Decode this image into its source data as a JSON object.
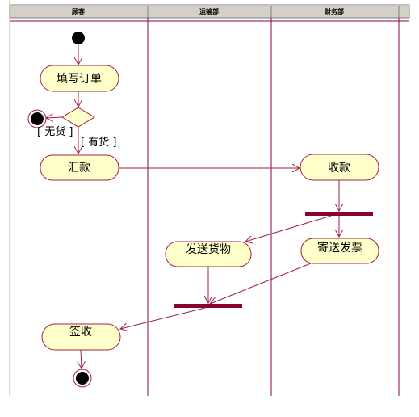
{
  "lanes": [
    {
      "name": "顾客"
    },
    {
      "name": "运输部"
    },
    {
      "name": "财务部"
    }
  ],
  "activities": {
    "fill_order": "填写订单",
    "remit": "汇款",
    "receive_payment": "收款",
    "ship_goods": "发送货物",
    "send_invoice": "寄送发票",
    "sign_receipt": "签收"
  },
  "guards": {
    "no_stock": "[ 无货 ]",
    "in_stock": "[ 有货 ]"
  },
  "colors": {
    "node_fill": "#ffffcc",
    "node_stroke": "#a02040",
    "arrow": "#a02040",
    "bar": "#8b0033",
    "lane_line": "#8b0050",
    "header_bg": "#d4d0c8"
  }
}
